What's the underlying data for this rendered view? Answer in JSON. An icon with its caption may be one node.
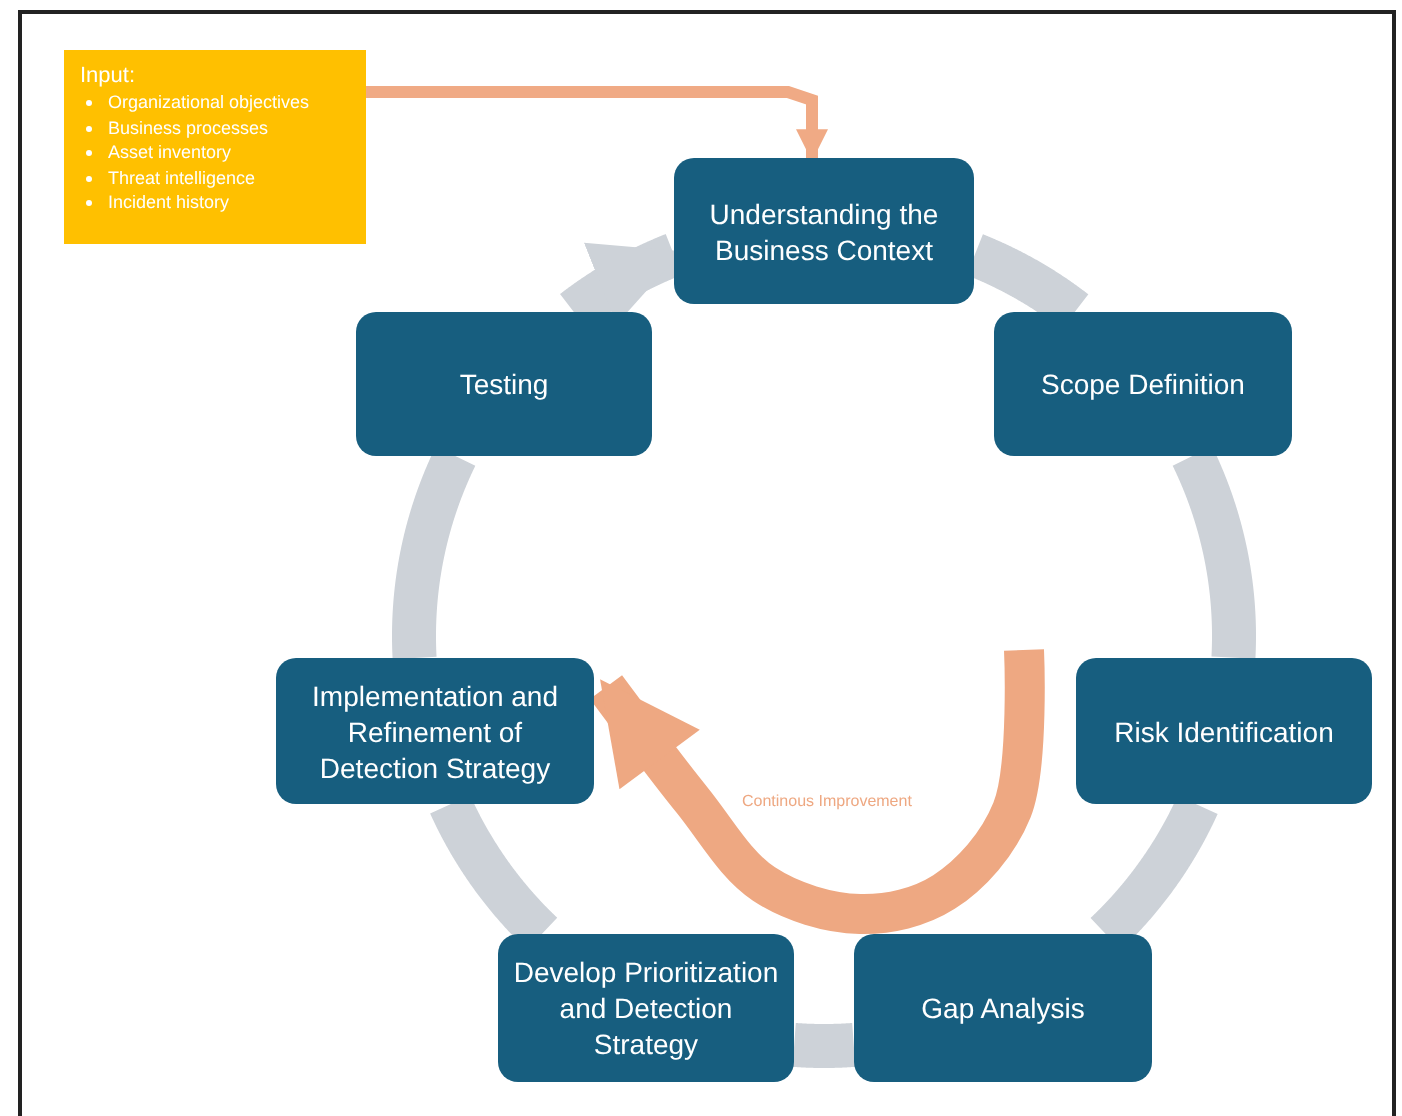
{
  "diagram": {
    "nodes": [
      {
        "text": [
          "Input:",
          "Organizational objectives",
          "Business processes",
          "Asset inventory",
          "Threat intelligence",
          "Incident history"
        ]
      },
      {
        "text": [
          "Understanding the Business Context"
        ]
      },
      {
        "text": [
          "Scope Definition"
        ]
      },
      {
        "text": [
          "Risk Identification"
        ]
      },
      {
        "text": [
          "Gap Analysis"
        ]
      },
      {
        "text": [
          "Develop Prioritization and Detection Strategy"
        ]
      },
      {
        "text": [
          "Implementation and Refinement of Detection Strategy"
        ]
      },
      {
        "text": [
          "Testing"
        ]
      }
    ],
    "edges": [
      {
        "from": 0,
        "to": 1,
        "arrow": "to",
        "color": "#f0aa85"
      },
      {
        "from": 1,
        "to": 2,
        "arrow": "none"
      },
      {
        "from": 2,
        "to": 3,
        "arrow": "none"
      },
      {
        "from": 3,
        "to": 4,
        "arrow": "none"
      },
      {
        "from": 4,
        "to": 5,
        "arrow": "none"
      },
      {
        "from": 5,
        "to": 6,
        "arrow": "none"
      },
      {
        "from": 6,
        "to": 7,
        "arrow": "none"
      },
      {
        "from": 7,
        "to": 1,
        "arrow": "to"
      },
      {
        "from": null,
        "to": 6,
        "arrow": "to",
        "label": "Continous Improvement",
        "color": "#eea882"
      }
    ]
  }
}
